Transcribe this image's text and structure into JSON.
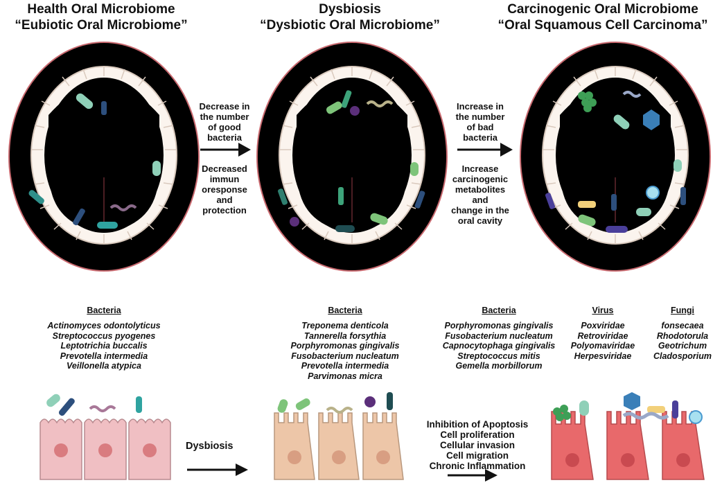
{
  "titles": [
    {
      "line1": "Health Oral Microbiome",
      "line2": "“Eubiotic Oral Microbiome”"
    },
    {
      "line1": "Dysbiosis",
      "line2": "“Dysbiotic Oral Microbiome”"
    },
    {
      "line1": "Carcinogenic Oral Microbiome",
      "line2": "“Oral Squamous Cell Carcinoma”"
    }
  ],
  "arrow1": {
    "top": [
      "Decrease in",
      "the number",
      "of good",
      "bacteria"
    ],
    "bottom": [
      "Decreased",
      "immun",
      "oresponse",
      "and",
      "protection"
    ]
  },
  "arrow2": {
    "top": [
      "Increase in",
      "the number",
      "of bad",
      "bacteria"
    ],
    "bottom": [
      "Increase",
      "carcinogenic",
      "metabolites",
      "and",
      "change in the",
      "oral cavity"
    ]
  },
  "lists": {
    "healthy": {
      "heading": "Bacteria",
      "items": [
        "Actinomyces odontolyticus",
        "Streptococcus pyogenes",
        "Leptotrichia buccalis",
        "Prevotella intermedia",
        "Veillonella atypica"
      ]
    },
    "dysbiosis": {
      "heading": "Bacteria",
      "items": [
        "Treponema denticola",
        "Tannerella forsythia",
        "Porphyromonas gingivalis",
        "Fusobacterium nucleatum",
        "Prevotella intermedia",
        "Parvimonas micra"
      ]
    },
    "cancer_bacteria": {
      "heading": "Bacteria",
      "items": [
        "Porphyromonas gingivalis",
        "Fusobacterium nucleatum",
        "Capnocytophaga gingivalis",
        "Streptococcus mitis",
        "Gemella morbillorum"
      ]
    },
    "cancer_virus": {
      "heading": "Virus",
      "items": [
        "Poxviridae",
        "Retroviridae",
        "Polyomaviridae",
        "Herpesviridae"
      ]
    },
    "cancer_fungi": {
      "heading": "Fungi",
      "items": [
        "fonsecaea",
        "Rhodotorula",
        "Geotrichum",
        "Cladosporium"
      ]
    }
  },
  "bottom_arrow_label": "Dysbiosis",
  "mechanisms": [
    "Inhibition of Apoptosis",
    "Cell proliferation",
    "Cellular invasion",
    "Cell migration",
    "Chronic Inflammation"
  ],
  "colors": {
    "lip_healthy": "#f3a3a6",
    "lip_dysbiosis": "#ef8f8c",
    "lip_cancer": "#d9767a",
    "cavity_healthy": "#7a2f35",
    "cavity_dysbiosis": "#7c2b2c",
    "cavity_cancer": "#6a1d22",
    "cell_healthy": "#f0bfc3",
    "cell_dysbiosis": "#edc6a8",
    "cell_cancer": "#e8696b"
  }
}
